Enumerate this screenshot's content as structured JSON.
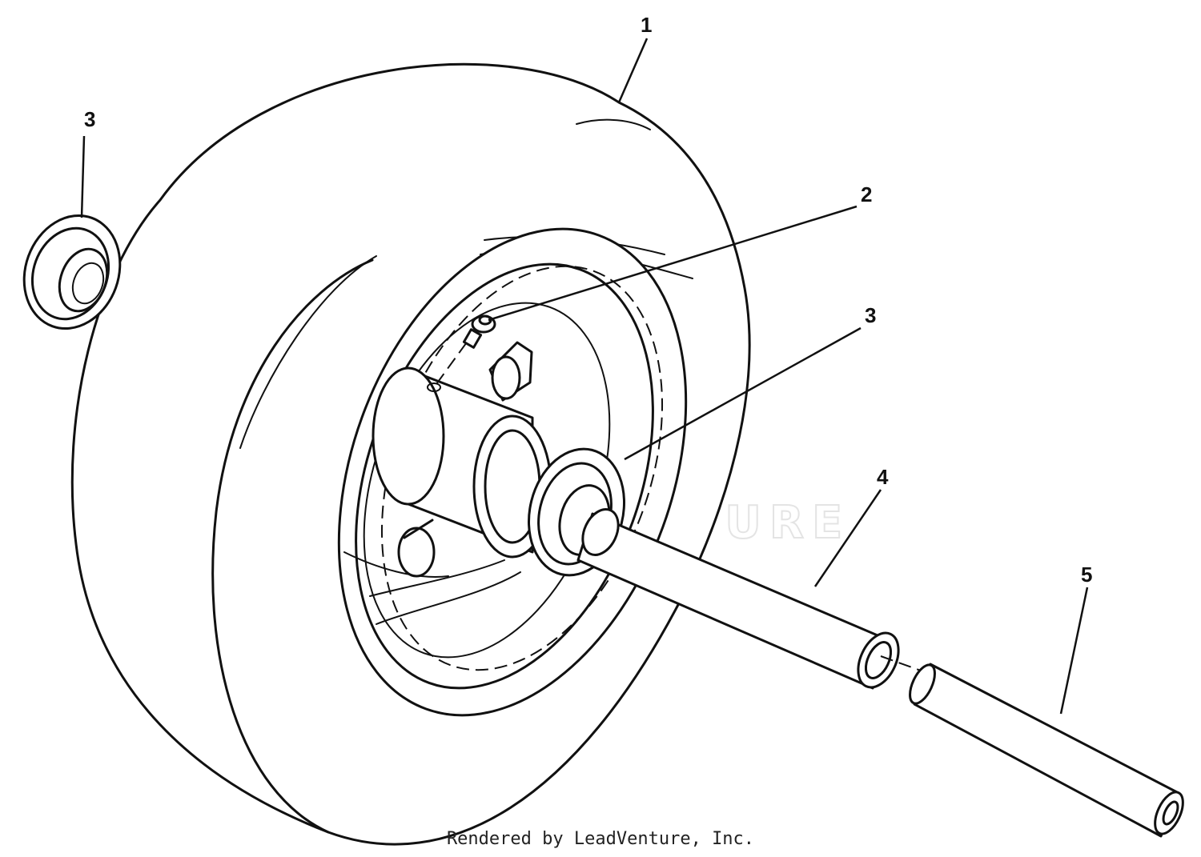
{
  "diagram": {
    "callouts": [
      {
        "id": "tire",
        "label": "1"
      },
      {
        "id": "grease-fitting",
        "label": "2"
      },
      {
        "id": "bearing-inner",
        "label": "3"
      },
      {
        "id": "bearing-outer",
        "label": "3"
      },
      {
        "id": "spacer-tube",
        "label": "4"
      },
      {
        "id": "axle-bolt",
        "label": "5"
      }
    ],
    "watermark": "LEADVENTURE",
    "footer": "Rendered by LeadVenture, Inc."
  }
}
